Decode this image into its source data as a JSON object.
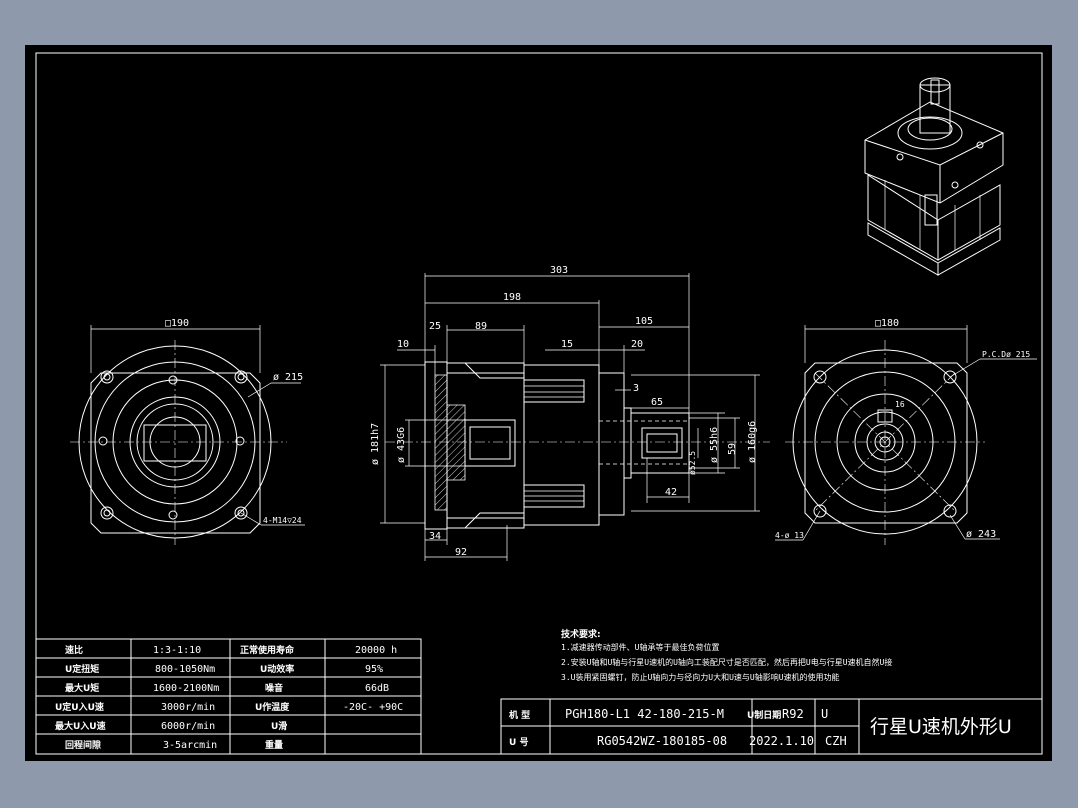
{
  "dims": {
    "total_length": "303",
    "body_length": "198",
    "flange_offset": "25",
    "input_len": "89",
    "input_step": "10",
    "output_len": "105",
    "output_step1": "15",
    "output_step2": "20",
    "shaft_len": "65",
    "key_len": "42",
    "gap": "3",
    "bottom_34": "34",
    "bottom_92": "92",
    "dia_181": "ø 181h7",
    "dia_435": "ø 43G6",
    "dia_55": "ø 55h6",
    "dia_59": "59",
    "dia_160": "ø 160g6",
    "dia_25": "ø52.5",
    "left_square": "□190",
    "left_dia": "ø 215",
    "left_holes": "4-M14▽24",
    "right_square": "□180",
    "right_pcd": "P.C.Dø 215",
    "right_key": "16",
    "right_holes": "4-ø 13",
    "right_dia": "ø 243"
  },
  "notes": {
    "title": "技术要求:",
    "lines": [
      "1.减速器传动部件、U轴承等于最佳负荷位置",
      "2.安装U轴和U轴与行星U速机的U轴向工装配尺寸是否匹配，然后再把U电与行星U速机自然U接",
      "3.U装用紧固螺钉，防止U轴向力与径向力U大和U速与U轴影响U速机的使用功能"
    ]
  },
  "spec_table": [
    [
      "速比",
      "1:3-1:10",
      "正常使用寿命",
      "20000 h"
    ],
    [
      "U定扭矩",
      "800-1050Nm",
      "U动效率",
      "95%"
    ],
    [
      "最大U矩",
      "1600-2100Nm",
      "噪音",
      "66dB"
    ],
    [
      "U定U入U速",
      "3000r/min",
      "U作温度",
      "-20C- +90C"
    ],
    [
      "最大U入U速",
      "6000r/min",
      "U滑",
      ""
    ],
    [
      "回程间隙",
      "3-5arcmin",
      "重量",
      ""
    ]
  ],
  "title_block": {
    "label_model": "机 型",
    "model_value": "PGH180-L1 42-180-215-M",
    "label_date": "U制日期",
    "date_code": "R92",
    "label_u": "U",
    "label_no": "U 号",
    "number_value": "RG0542WZ-180185-08",
    "date_value": "2022.1.10",
    "author": "CZH",
    "drawing_title": "行星U速机外形U"
  }
}
